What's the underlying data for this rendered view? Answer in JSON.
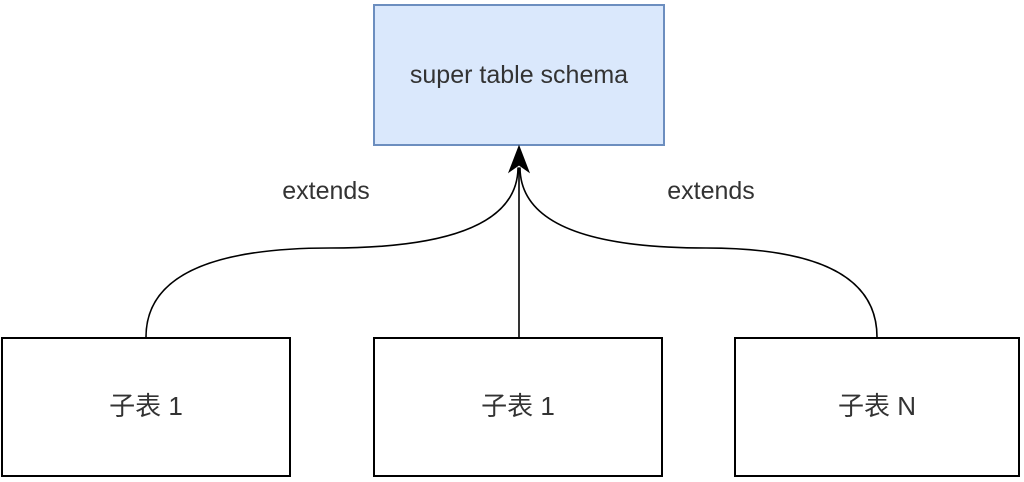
{
  "diagram": {
    "nodes": {
      "super": {
        "label": "super table schema"
      },
      "child1": {
        "label": "子表 1"
      },
      "child2": {
        "label": "子表 1"
      },
      "childN": {
        "label": "子表 N"
      }
    },
    "edges": {
      "left_label": "extends",
      "right_label": "extends"
    },
    "colors": {
      "super_fill": "#dae8fc",
      "super_border": "#6c8ebf",
      "child_fill": "#ffffff",
      "child_border": "#000000",
      "line": "#000000",
      "text": "#333333"
    }
  }
}
